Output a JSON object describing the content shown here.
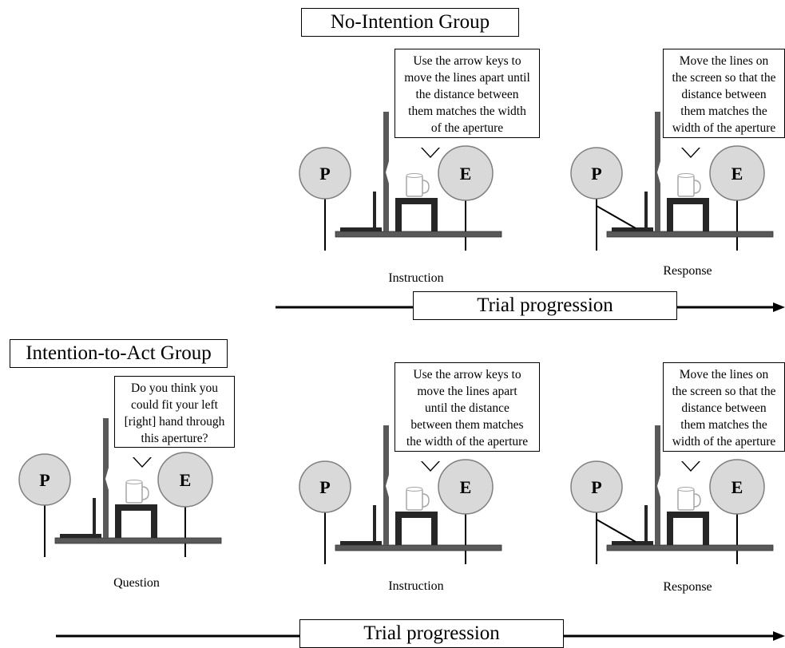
{
  "groups": {
    "no_intention": {
      "title": "No-Intention Group",
      "panels": [
        {
          "caption": "Instruction",
          "speech": [
            "Use the arrow keys to",
            "move the lines apart until",
            "the distance between",
            "them matches the width",
            "of the aperture"
          ],
          "participant_label": "P",
          "experimenter_label": "E"
        },
        {
          "caption": "Response",
          "speech": [
            "Move the lines on",
            "the screen so that the",
            "distance between",
            "them matches the",
            "width of the aperture"
          ],
          "participant_label": "P",
          "experimenter_label": "E"
        }
      ],
      "progress_label": "Trial progression"
    },
    "intention_to_act": {
      "title": "Intention-to-Act Group",
      "panels": [
        {
          "caption": "Question",
          "speech": [
            "Do you think you",
            "could fit your left",
            "[right] hand through",
            "this aperture?"
          ],
          "participant_label": "P",
          "experimenter_label": "E"
        },
        {
          "caption": "Instruction",
          "speech": [
            "Use the arrow keys to",
            "move the lines apart",
            "until the distance",
            "between them matches",
            "the width of the aperture"
          ],
          "participant_label": "P",
          "experimenter_label": "E"
        },
        {
          "caption": "Response",
          "speech": [
            "Move the lines on",
            "the screen so that the",
            "distance between",
            "them matches the",
            "width of the aperture"
          ],
          "participant_label": "P",
          "experimenter_label": "E"
        }
      ],
      "progress_label": "Trial progression"
    }
  },
  "colors": {
    "head_fill": "#d9d9d9",
    "head_stroke": "#7f7f7f",
    "table": "#595959",
    "screen": "#595959",
    "stand": "#262626",
    "mug_stroke": "#a6a6a6",
    "arrow": "#000000"
  }
}
